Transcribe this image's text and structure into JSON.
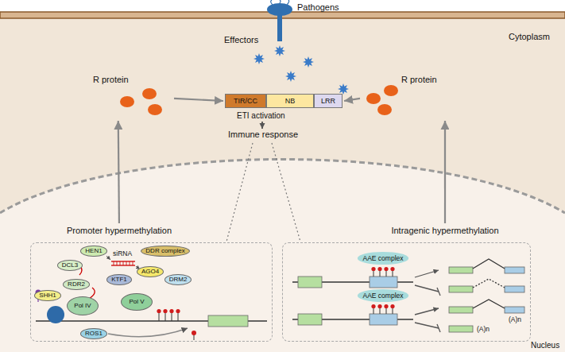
{
  "diagram": {
    "nodes": [
      {
        "text": [
          "TIR/CC"
        ]
      },
      {
        "text": [
          "NB"
        ]
      },
      {
        "text": [
          "LRR"
        ]
      },
      {
        "text": [
          "R protein"
        ]
      },
      {
        "text": [
          "R protein"
        ]
      },
      {
        "text": [
          "Promoter hypermethylation"
        ]
      },
      {
        "text": [
          "Intragenic hypermethylation"
        ]
      },
      {
        "text": [
          "SHH1"
        ],
        "in": 5
      },
      {
        "text": [
          "Pol IV"
        ],
        "in": 5
      },
      {
        "text": [
          "RDR2"
        ],
        "in": 5
      },
      {
        "text": [
          "DCL3"
        ],
        "in": 5
      },
      {
        "text": [
          "HEN1"
        ],
        "in": 5
      },
      {
        "text": [
          "KTF1"
        ],
        "in": 5
      },
      {
        "text": [
          "AGO4"
        ],
        "in": 5
      },
      {
        "text": [
          "DDR complex"
        ],
        "in": 5
      },
      {
        "text": [
          "DRM2"
        ],
        "in": 5
      },
      {
        "text": [
          "Pol V"
        ],
        "in": 5
      },
      {
        "text": [
          "ROS1"
        ],
        "in": 5
      },
      {
        "text": [
          "AAE complex"
        ],
        "in": 6
      },
      {
        "text": [
          "AAE complex"
        ],
        "in": 6
      }
    ],
    "edges": [
      {
        "from": 5,
        "to": 3,
        "arrow": "to"
      },
      {
        "from": 3,
        "to": 0,
        "arrow": "to"
      },
      {
        "from": 6,
        "to": 4,
        "arrow": "to"
      },
      {
        "from": 4,
        "to": 2,
        "arrow": "to"
      }
    ],
    "labels": [
      "Pathogens",
      "Effectors",
      "Cytoplasm",
      "ETI activation",
      "Immune response",
      "siRNA",
      "(A)n",
      "(A)n",
      "Nucleus"
    ]
  }
}
